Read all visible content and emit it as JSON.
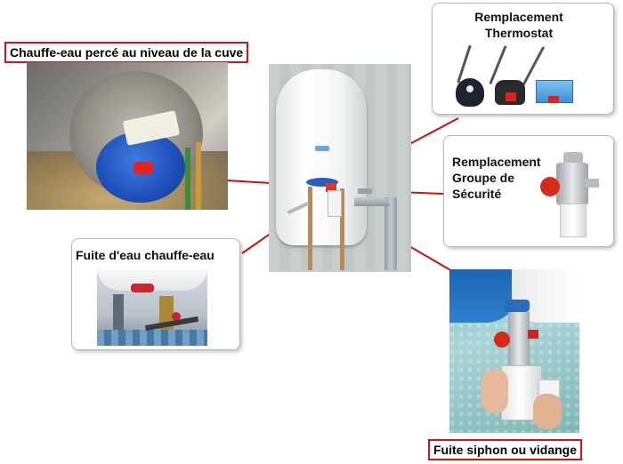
{
  "labels": {
    "tank_pierced": "Chauffe-eau percé au niveau de la cuve",
    "siphon_leak": "Fuite siphon ou vidange"
  },
  "cards": {
    "thermostat": {
      "line1": "Remplacement",
      "line2": "Thermostat"
    },
    "safety_group": {
      "line1": "Remplacement",
      "line2": "Groupe de",
      "line3": "Sécurité"
    },
    "water_leak": {
      "title": "Fuite d'eau chauffe-eau"
    }
  },
  "colors": {
    "accent_red": "#e01010",
    "card_border": "#b8b8b8",
    "tank_blue": "#2a5fbf"
  },
  "icons": {
    "heater": "water-heater-photo",
    "thermostat": "thermostat-photo",
    "valve": "safety-valve-photo"
  }
}
